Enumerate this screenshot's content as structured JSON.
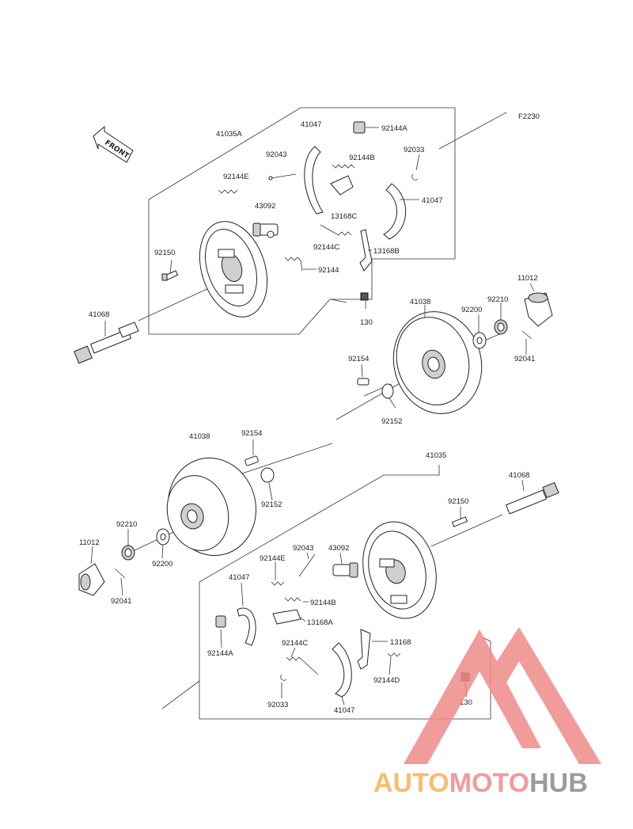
{
  "diagram_code": "F2230",
  "front_label": "FRONT",
  "watermark": {
    "part1": "AUTO",
    "part2": "MOTO",
    "part3": "HUB",
    "color1": "#f6b15a",
    "color2": "#f08a8a",
    "color3": "#8a8a8a",
    "triangle_color": "#f08a8a"
  },
  "labels": [
    {
      "id": "41035A-top",
      "text": "41035A"
    },
    {
      "id": "41047-top-a",
      "text": "41047"
    },
    {
      "id": "92144A-top",
      "text": "92144A"
    },
    {
      "id": "92043-top",
      "text": "92043"
    },
    {
      "id": "92144B-top",
      "text": "92144B"
    },
    {
      "id": "92033-top",
      "text": "92033"
    },
    {
      "id": "92144E-top",
      "text": "92144E"
    },
    {
      "id": "41047-top-b",
      "text": "41047"
    },
    {
      "id": "43092-top",
      "text": "43092"
    },
    {
      "id": "13168C-top",
      "text": "13168C"
    },
    {
      "id": "92144C-top",
      "text": "92144C"
    },
    {
      "id": "13168B-top",
      "text": "13168B"
    },
    {
      "id": "92150-top",
      "text": "92150"
    },
    {
      "id": "92144-top",
      "text": "92144"
    },
    {
      "id": "11012-right",
      "text": "11012"
    },
    {
      "id": "41038-top",
      "text": "41038"
    },
    {
      "id": "92210-right",
      "text": "92210"
    },
    {
      "id": "92200-right",
      "text": "92200"
    },
    {
      "id": "41068-top",
      "text": "41068"
    },
    {
      "id": "130-top",
      "text": "130"
    },
    {
      "id": "92154-top",
      "text": "92154"
    },
    {
      "id": "92041-right",
      "text": "92041"
    },
    {
      "id": "92152-top",
      "text": "92152"
    },
    {
      "id": "41038-bot",
      "text": "41038"
    },
    {
      "id": "92154-bot",
      "text": "92154"
    },
    {
      "id": "41035-bot",
      "text": "41035"
    },
    {
      "id": "41068-bot",
      "text": "41068"
    },
    {
      "id": "92152-bot",
      "text": "92152"
    },
    {
      "id": "92150-bot",
      "text": "92150"
    },
    {
      "id": "92210-left",
      "text": "92210"
    },
    {
      "id": "11012-left",
      "text": "11012"
    },
    {
      "id": "92200-left",
      "text": "92200"
    },
    {
      "id": "92043-bot",
      "text": "92043"
    },
    {
      "id": "43092-bot",
      "text": "43092"
    },
    {
      "id": "92144E-bot",
      "text": "92144E"
    },
    {
      "id": "41047-bot-a",
      "text": "41047"
    },
    {
      "id": "92041-left",
      "text": "92041"
    },
    {
      "id": "92144B-bot",
      "text": "92144B"
    },
    {
      "id": "13168A-bot",
      "text": "13168A"
    },
    {
      "id": "13168-bot",
      "text": "13168"
    },
    {
      "id": "92144C-bot",
      "text": "92144C"
    },
    {
      "id": "92144A-bot",
      "text": "92144A"
    },
    {
      "id": "92144D-bot",
      "text": "92144D"
    },
    {
      "id": "130-bot",
      "text": "130"
    },
    {
      "id": "92033-bot",
      "text": "92033"
    },
    {
      "id": "41047-bot-b",
      "text": "41047"
    }
  ]
}
